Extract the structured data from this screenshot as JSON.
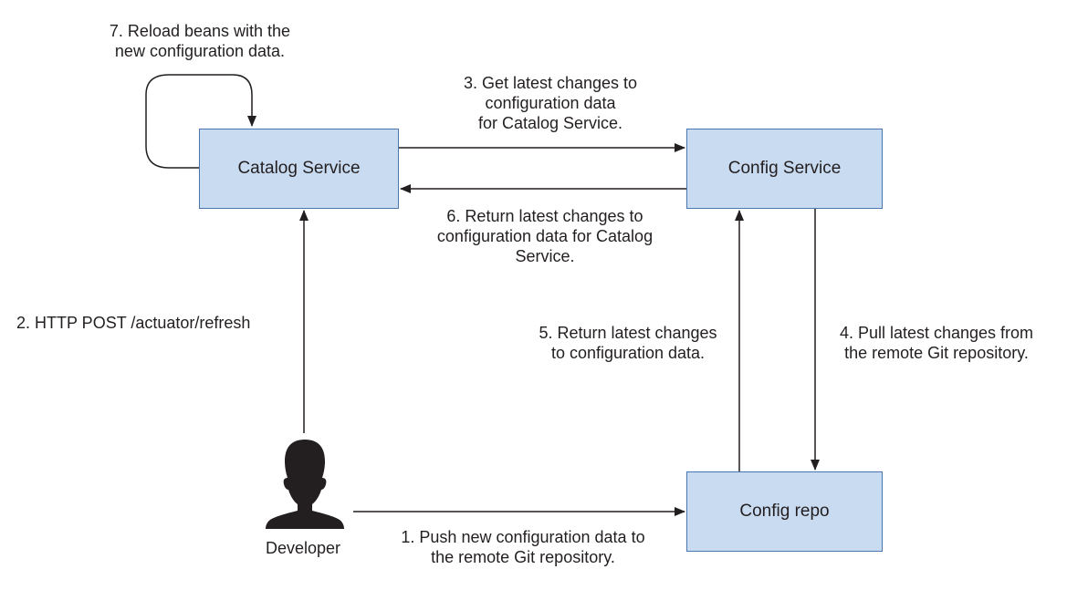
{
  "nodes": {
    "catalog_service": "Catalog Service",
    "config_service": "Config Service",
    "config_repo": "Config repo",
    "developer": "Developer"
  },
  "steps": {
    "step1": [
      "1. Push new configuration data to",
      "the remote Git repository."
    ],
    "step2": [
      "2. HTTP POST /actuator/refresh"
    ],
    "step3": [
      "3. Get latest changes to",
      "configuration data",
      "for Catalog Service."
    ],
    "step4": [
      "4. Pull latest changes from",
      "the remote Git repository."
    ],
    "step5": [
      "5. Return latest changes",
      "to configuration data."
    ],
    "step6": [
      "6. Return latest changes to",
      "configuration data for Catalog",
      "Service."
    ],
    "step7": [
      "7. Reload beans with the",
      "new configuration data."
    ]
  },
  "colors": {
    "box_fill": "#c9dbf1",
    "box_border": "#4a76ad",
    "line": "#231f20",
    "person": "#231f20"
  },
  "icons": {
    "developer": "person-silhouette-icon"
  }
}
